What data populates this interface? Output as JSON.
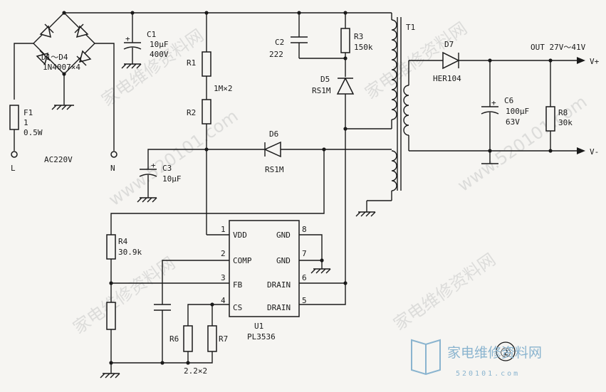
{
  "diagram": {
    "bridge": {
      "ref": "D1～D4",
      "value": "1N4007×4"
    },
    "fuse": {
      "ref": "F1",
      "value": "1",
      "rating": "0.5W"
    },
    "ac": {
      "left": "L",
      "label": "AC220V",
      "right": "N"
    },
    "c1": {
      "ref": "C1",
      "value": "10μF",
      "voltage": "400V"
    },
    "r1": {
      "ref": "R1"
    },
    "r1r2": {
      "value": "1M×2"
    },
    "r2": {
      "ref": "R2"
    },
    "c2": {
      "ref": "C2",
      "value": "222"
    },
    "r3": {
      "ref": "R3",
      "value": "150k"
    },
    "d5": {
      "ref": "D5",
      "value": "RS1M"
    },
    "t1": {
      "ref": "T1"
    },
    "d7": {
      "ref": "D7",
      "value": "HER104"
    },
    "out": {
      "label": "OUT  27V～41V",
      "plus": "V+",
      "minus": "V-"
    },
    "c6": {
      "ref": "C6",
      "value": "100μF",
      "voltage": "63V"
    },
    "r8": {
      "ref": "R8",
      "value": "30k"
    },
    "d6": {
      "ref": "D6",
      "value": "RS1M"
    },
    "c3": {
      "ref": "C3",
      "value": "10μF"
    },
    "r4": {
      "ref": "R4",
      "value": "30.9k"
    },
    "ic": {
      "ref": "U1",
      "part": "PL3536",
      "pins": [
        {
          "num": "1",
          "name": "VDD"
        },
        {
          "num": "2",
          "name": "COMP"
        },
        {
          "num": "3",
          "name": "FB"
        },
        {
          "num": "4",
          "name": "CS"
        },
        {
          "num": "8",
          "name": "GND"
        },
        {
          "num": "7",
          "name": "GND"
        },
        {
          "num": "6",
          "name": "DRAIN"
        },
        {
          "num": "5",
          "name": "DRAIN"
        }
      ]
    },
    "r6": {
      "ref": "R6"
    },
    "r7": {
      "ref": "R7"
    },
    "r6r7": {
      "value": "2.2×2"
    },
    "figure_number": "②"
  },
  "watermark": {
    "text": "家电维修资料网",
    "url": "www.520101.com",
    "logo_text": "家电维修资料网",
    "logo_url": "520101.com"
  }
}
